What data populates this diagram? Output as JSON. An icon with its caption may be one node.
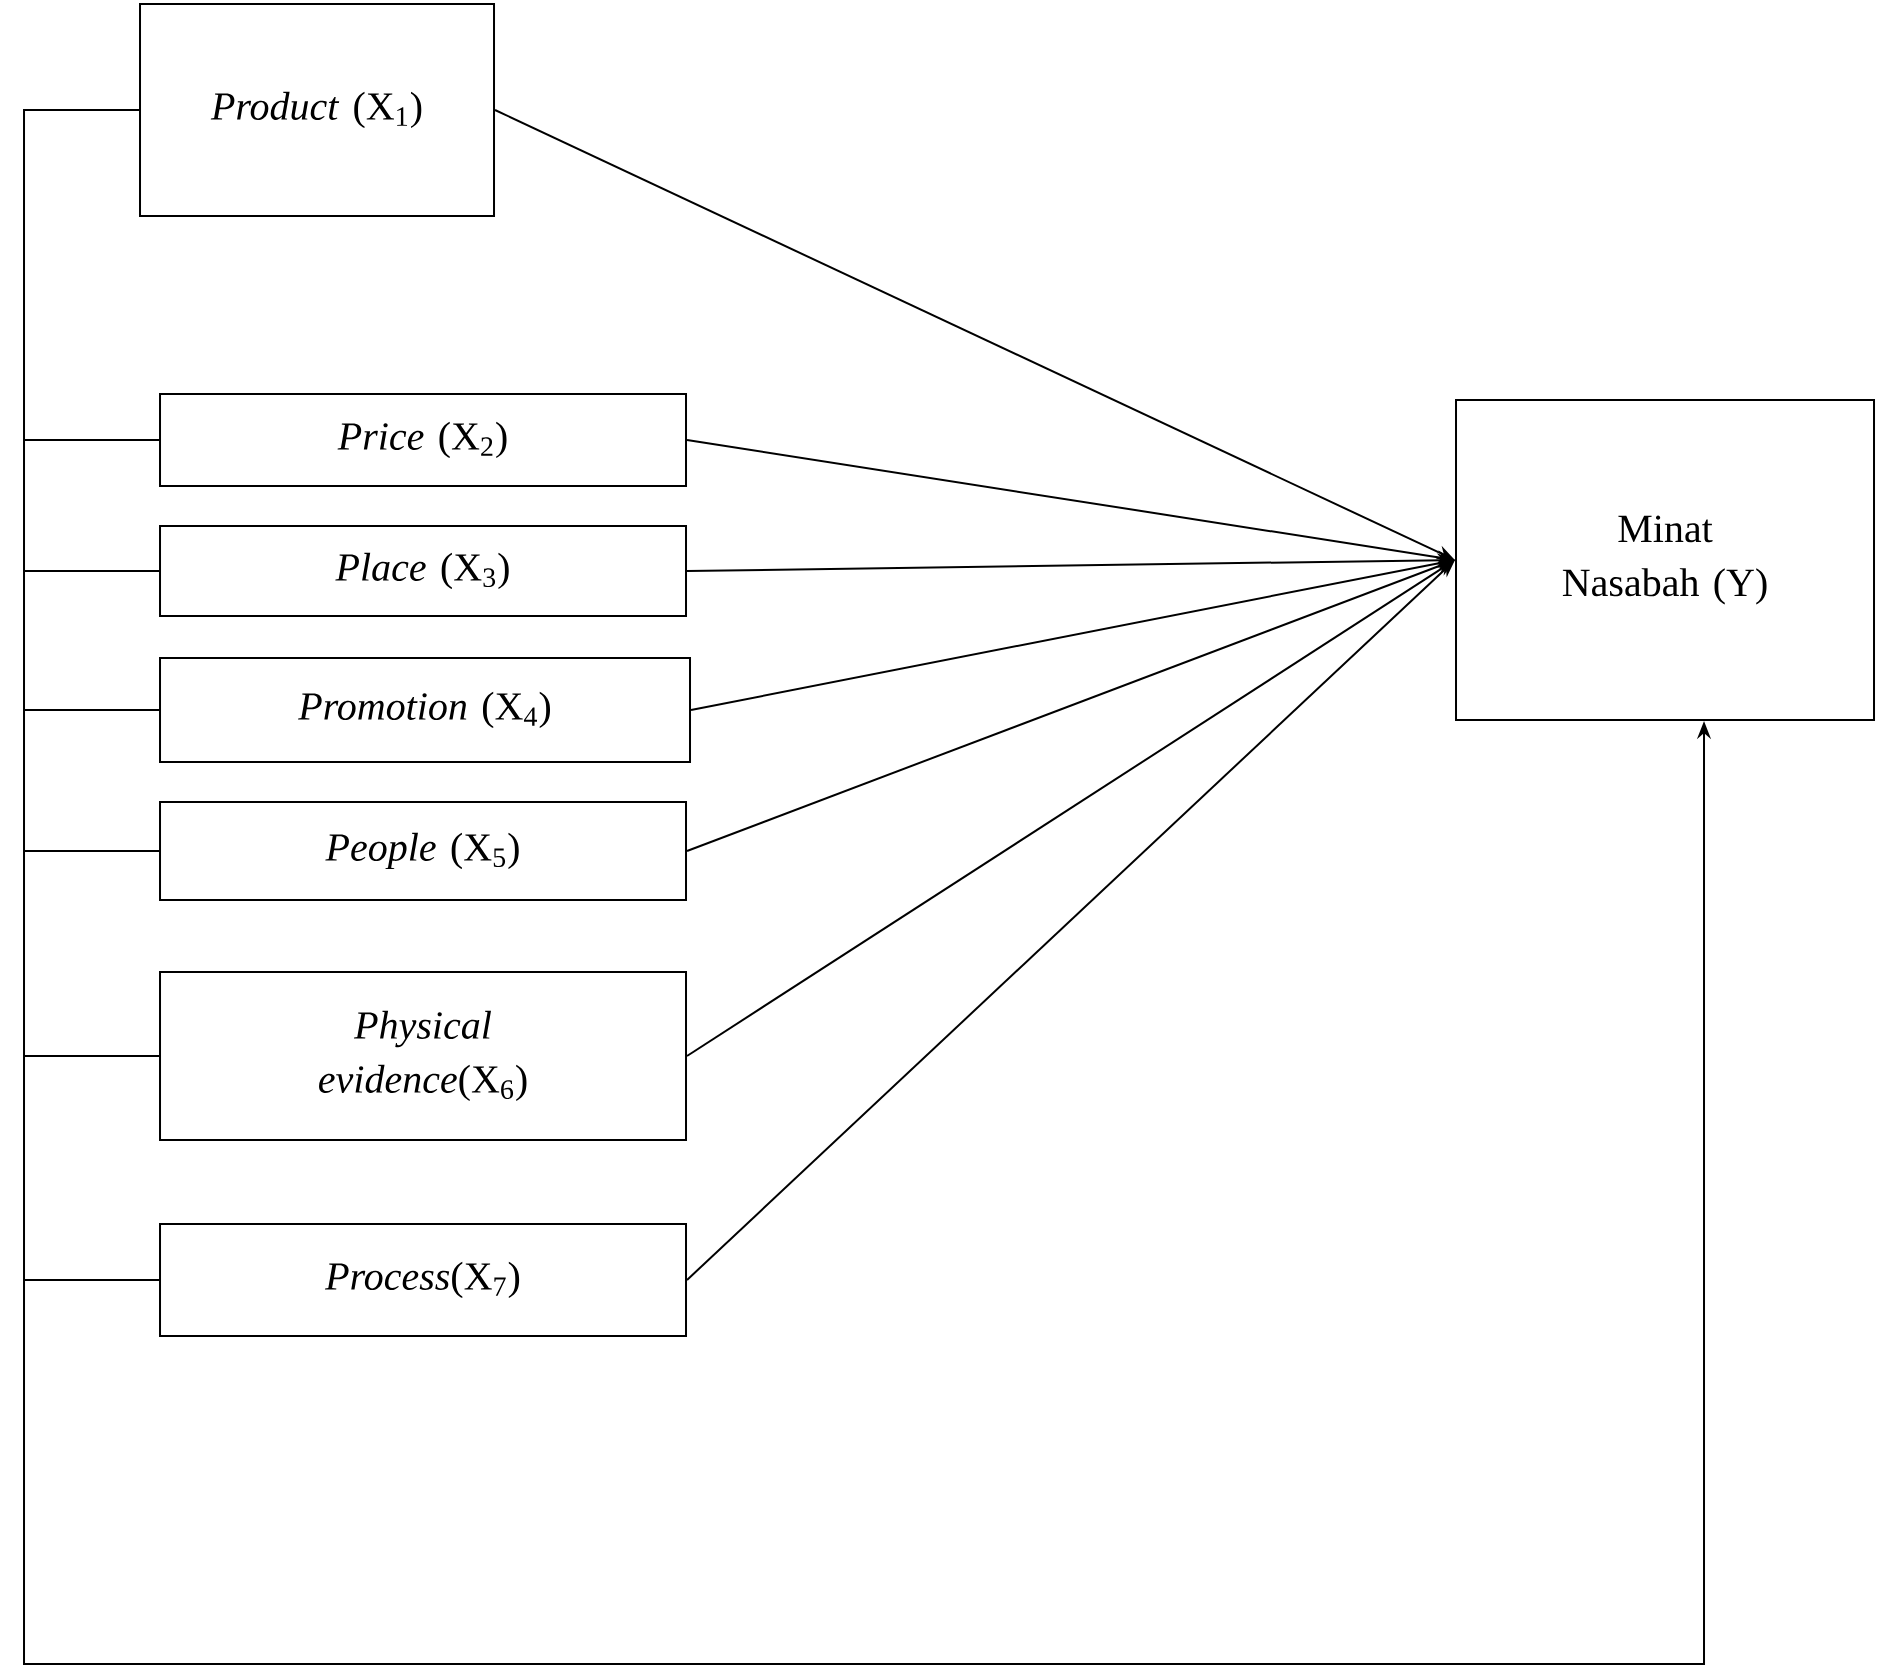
{
  "diagram": {
    "nodes": [
      {
        "text": [
          "*Product* (X$_{1}$)"
        ]
      },
      {
        "text": [
          "*Price* (X$_{2}$)"
        ]
      },
      {
        "text": [
          "*Place* (X$_{3}$)"
        ]
      },
      {
        "text": [
          "*Promotion* (X$_{4}$)"
        ]
      },
      {
        "text": [
          "*People* (X$_{5}$)"
        ]
      },
      {
        "text": [
          "*Physical evidence*(X$_{6}$)"
        ]
      },
      {
        "text": [
          "*Process*(X$_{7}$)"
        ]
      },
      {
        "text": [
          "Minat Nasabah (Y)"
        ]
      }
    ],
    "edges": [
      {
        "from": 0,
        "to": 7,
        "arrow": "to"
      },
      {
        "from": 1,
        "to": 7,
        "arrow": "to"
      },
      {
        "from": 2,
        "to": 7,
        "arrow": "to"
      },
      {
        "from": 3,
        "to": 7,
        "arrow": "to"
      },
      {
        "from": 4,
        "to": 7,
        "arrow": "to"
      },
      {
        "from": 5,
        "to": 7,
        "arrow": "to"
      },
      {
        "from": 6,
        "to": 7,
        "arrow": "to"
      },
      {
        "from": 0,
        "to": 7,
        "arrow": "to"
      },
      {
        "from": 1,
        "to": 7,
        "arrow": "to"
      },
      {
        "from": 2,
        "to": 7,
        "arrow": "to"
      },
      {
        "from": 3,
        "to": 7,
        "arrow": "to"
      },
      {
        "from": 4,
        "to": 7,
        "arrow": "to"
      },
      {
        "from": 5,
        "to": 7,
        "arrow": "to"
      },
      {
        "from": 6,
        "to": 7,
        "arrow": "to"
      }
    ]
  }
}
